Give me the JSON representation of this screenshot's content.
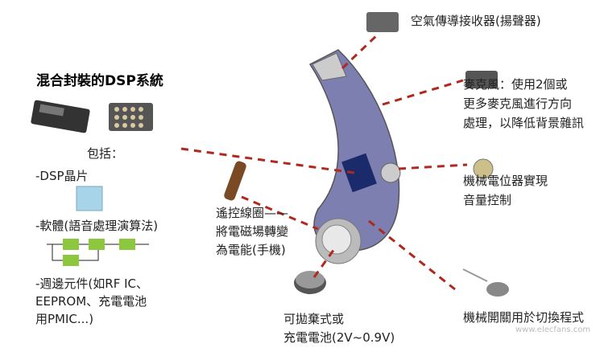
{
  "left": {
    "title": "混合封裝的DSP系統",
    "includes": "包括：",
    "dsp_chip": "-DSP晶片",
    "software": "-軟體(語音處理演算法)",
    "peripherals": [
      "-週邊元件(如RF IC、",
      "EEPROM、充電電池",
      "用PMIC...)"
    ]
  },
  "callouts": {
    "receiver": "空氣傳導接收器(揚聲器)",
    "microphone": [
      "麥克風：使用2個或",
      "更多麥克風進行方向",
      "處理，以降低背景雜訊"
    ],
    "potentiometer": [
      "機械電位器實現",
      "音量控制"
    ],
    "switch": "機械開關用於切換程式",
    "coil": [
      "遙控線圈——",
      "將電磁場轉變",
      "為電能(手機)"
    ],
    "battery": [
      "可拋棄式或",
      "充電電池(2V~0.9V)"
    ]
  },
  "watermark": "www.elecfans.com",
  "colors": {
    "leader": "#b0281e",
    "block": "#8dc63f",
    "body": "#7d7fb0"
  }
}
